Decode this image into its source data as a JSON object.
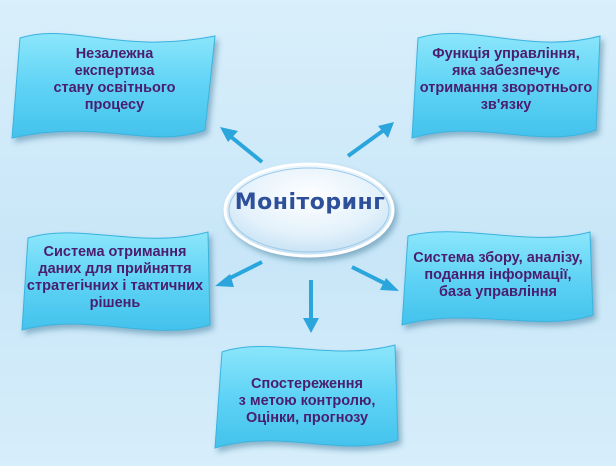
{
  "center": {
    "label": "Моніторинг"
  },
  "banners": {
    "top_left": {
      "lines": [
        "Незалежна",
        "експертиза",
        "стану освітнього",
        "процесу"
      ]
    },
    "top_right": {
      "lines": [
        "Функція управління,",
        "яка забезпечує",
        "отримання зворотнього",
        "зв'язку"
      ]
    },
    "middle_left": {
      "lines": [
        "Система отримання",
        "даних для прийняття",
        "стратегічних і тактичних",
        "рішень"
      ]
    },
    "middle_right": {
      "lines": [
        "Система збору, аналізу,",
        "подання інформації,",
        "база управління"
      ]
    },
    "bottom": {
      "lines": [
        "Спостереження",
        "з метою контролю,",
        "Оцінки, прогнозу"
      ]
    }
  },
  "colors": {
    "banner_fill": "#67d7f6",
    "banner_text": "#4a1d6e",
    "arrow": "#2aa6dc",
    "center_text": "#2e4f9a"
  }
}
